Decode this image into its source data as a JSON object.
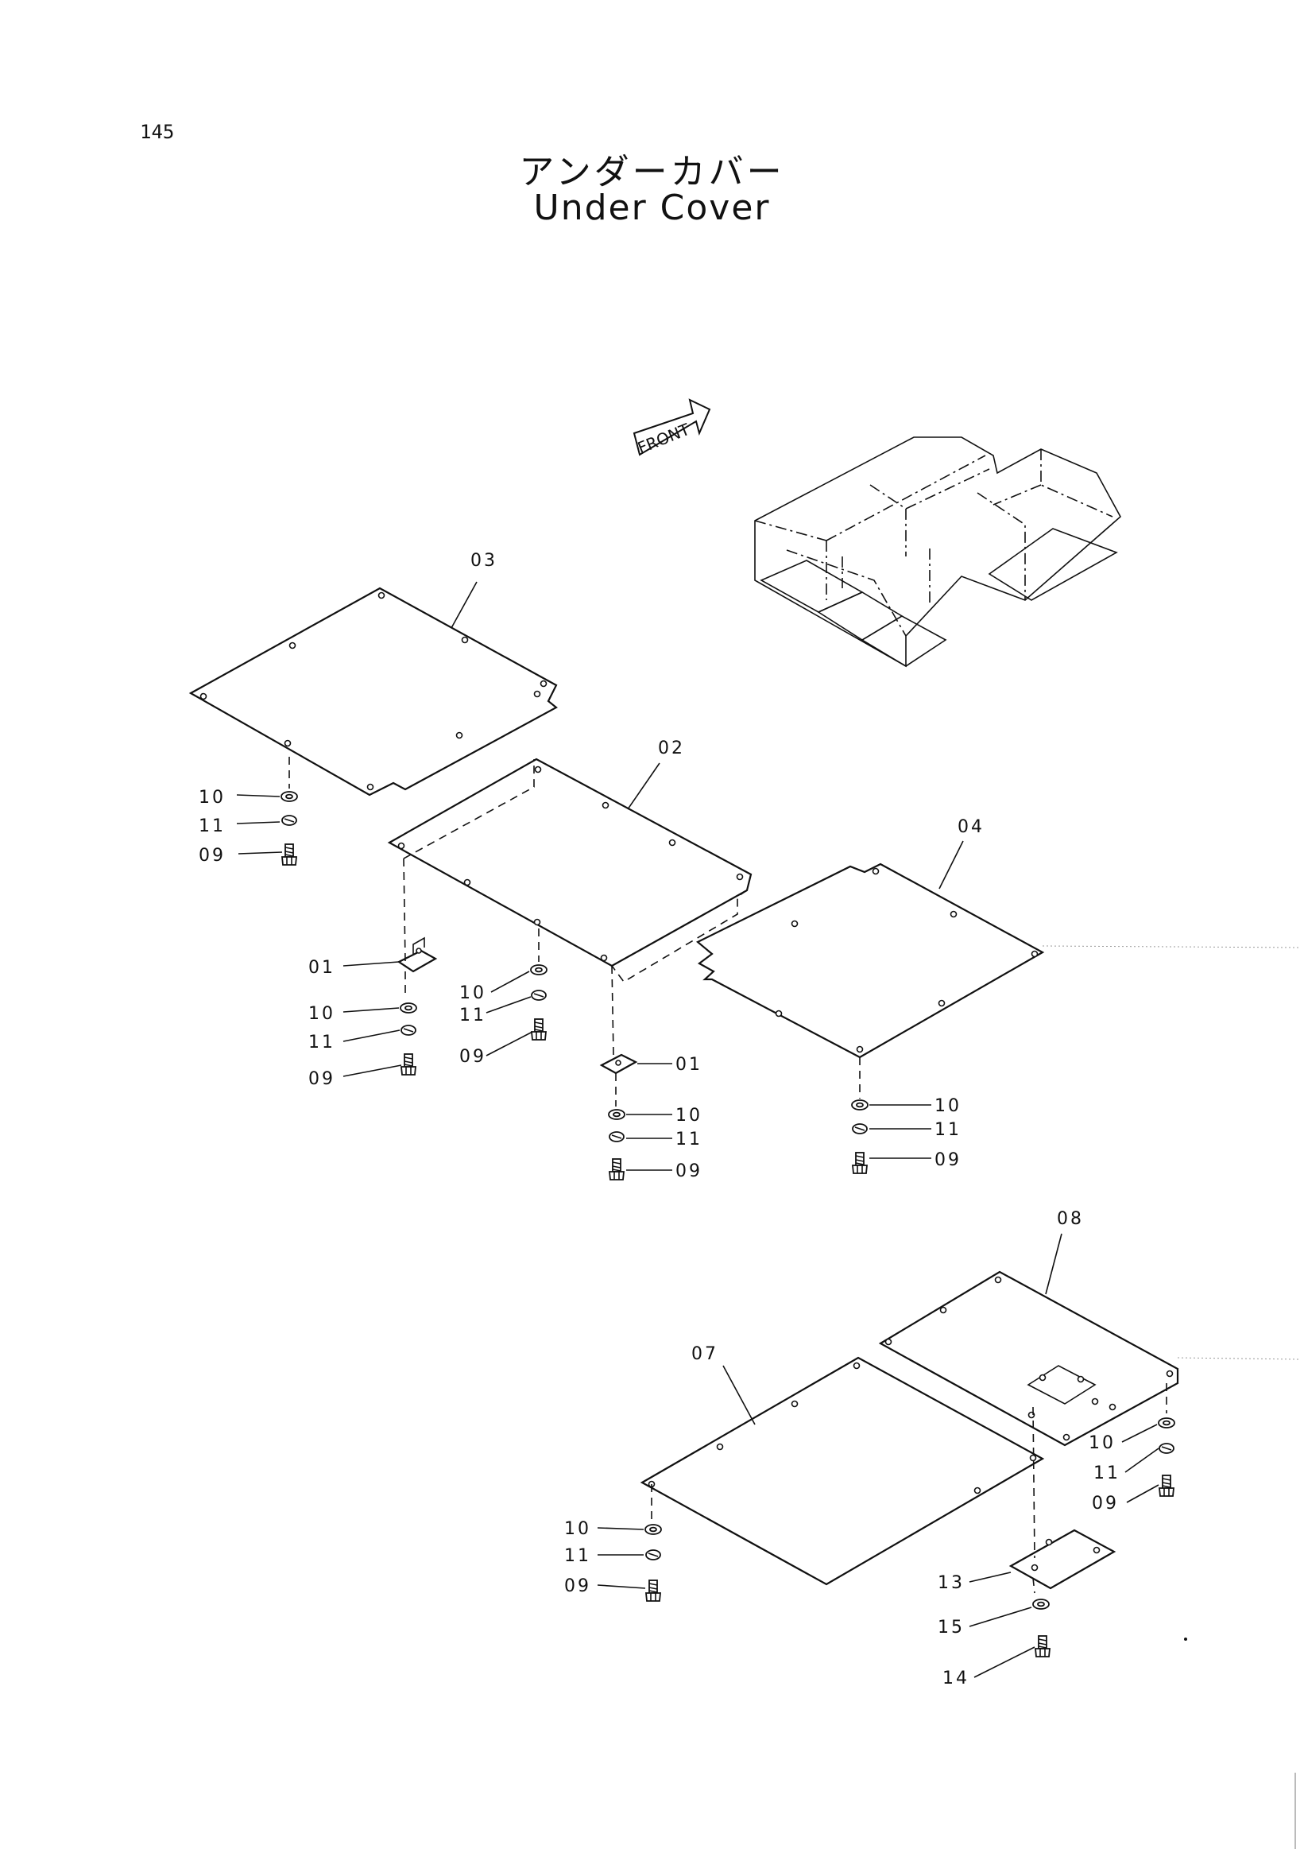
{
  "page": {
    "number": "145"
  },
  "title": {
    "japanese": "アンダーカバー",
    "english": "Under Cover"
  },
  "front_marker": "FRONT",
  "callouts": {
    "c01a": "01",
    "c01b": "01",
    "c02": "02",
    "c03": "03",
    "c04": "04",
    "c07": "07",
    "c08": "08",
    "c09a": "09",
    "c09b": "09",
    "c09c": "09",
    "c09d": "09",
    "c09e": "09",
    "c09f": "09",
    "c09g": "09",
    "c10a": "10",
    "c10b": "10",
    "c10c": "10",
    "c10d": "10",
    "c10e": "10",
    "c10f": "10",
    "c10g": "10",
    "c11a": "11",
    "c11b": "11",
    "c11c": "11",
    "c11d": "11",
    "c11e": "11",
    "c11f": "11",
    "c11g": "11",
    "c13": "13",
    "c14": "14",
    "c15": "15"
  }
}
